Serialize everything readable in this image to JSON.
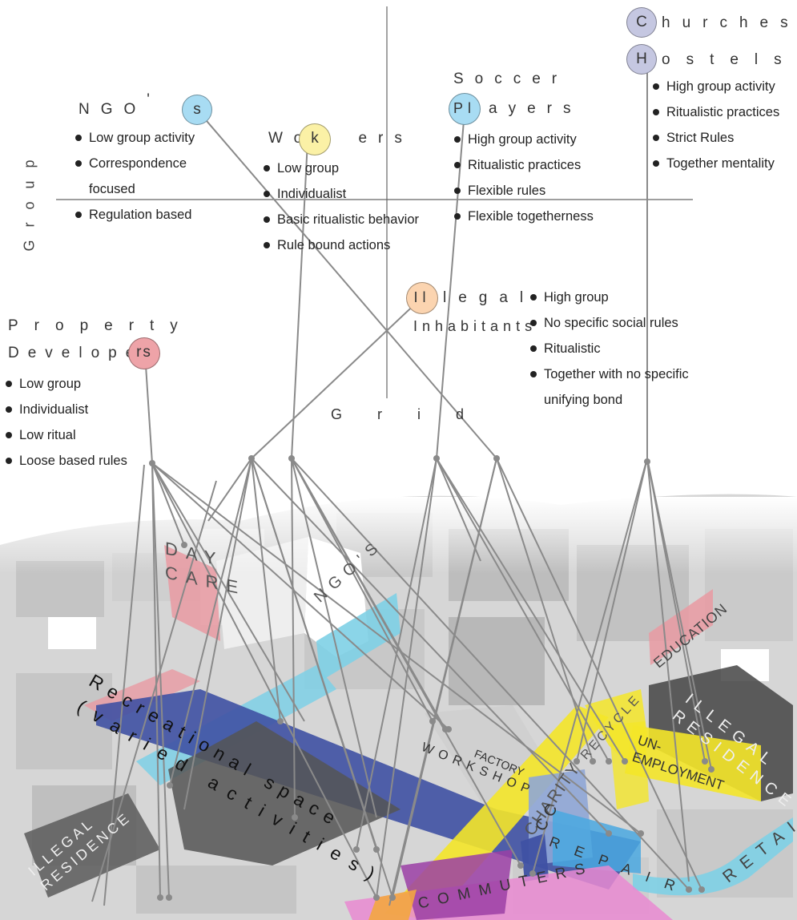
{
  "axes": {
    "y_label": "Group",
    "x_label": "Grid"
  },
  "groups": {
    "ngos": {
      "title_main": "NGO",
      "title_mark": "'",
      "circle_letter": "s",
      "circle_color": "#a8dcf3",
      "items": [
        "Low group activity",
        "Correspondence",
        "focused",
        "Regulation based"
      ]
    },
    "workers": {
      "title_pre": "Wor",
      "circle_letter": "k",
      "title_post": "ers",
      "circle_color": "#fbf1a6",
      "items": [
        "Low group",
        "Individualist",
        "Basic ritualistic behavior",
        "Rule bound actions"
      ]
    },
    "soccer": {
      "title_line1": "Soccer",
      "circle_text": "Pl",
      "title_line2_post": "ayers",
      "circle_color": "#a8dcf3",
      "items": [
        "High group activity",
        "Ritualistic practices",
        "Flexible rules",
        "Flexible togetherness"
      ]
    },
    "churches": {
      "circle_letter": "C",
      "title_post": "hurches",
      "circle_color": "#c5c7e1"
    },
    "hostels": {
      "circle_letter": "H",
      "title_post": "ostels",
      "circle_color": "#c5c7e1",
      "items": [
        "High group activity",
        "Ritualistic practices",
        "Strict Rules",
        "Together mentality"
      ]
    },
    "illegal": {
      "circle_text": "Il",
      "title_line1_post": "legal",
      "title_line2": "Inhabitants",
      "circle_color": "#fbd4b0",
      "items": [
        "High group",
        "No specific social rules",
        "Ritualistic",
        "Together with no specific",
        "unifying bond"
      ]
    },
    "developers": {
      "title_line1": "Property",
      "title_line2_pre": "Develope",
      "circle_letter": "rs",
      "circle_color": "#eea3a8",
      "items": [
        "Low group",
        "Individualist",
        "Low ritual",
        "Loose based rules"
      ]
    }
  },
  "map_labels": {
    "day_care_1": "DAY",
    "day_care_2": "CARE",
    "ngos": "NGO'S",
    "education": "EDUCATION",
    "recreational_1": "Recreational space",
    "recreational_2": "(varied activities)",
    "illegal_residence_left_1": "ILLEGAL",
    "illegal_residence_left_2": "RESIDENCE",
    "workshop": "WORKSHOP",
    "factory": "FACTORY",
    "charity": "CHARITY",
    "recycle": "RECYCLE",
    "cc": "CC",
    "repair": "REPAIR",
    "unemployment_1": "UN-",
    "unemployment_2": "EMPLOYMENT",
    "illegal_residence_right_1": "ILLEGAL",
    "illegal_residence_right_2": "RESIDENCE",
    "retail": "RETAIL",
    "commuters": "COMMUTERS"
  },
  "colors": {
    "pink": "#e99aa2",
    "cyan": "#7ed0e6",
    "navy": "#3f51a3",
    "yellow": "#f4e629",
    "purple": "#9b3fa6",
    "magenta": "#e98ad1",
    "orange": "#f3a640",
    "dark_block": "#5a5a5a",
    "connector": "#8a8a8a"
  }
}
